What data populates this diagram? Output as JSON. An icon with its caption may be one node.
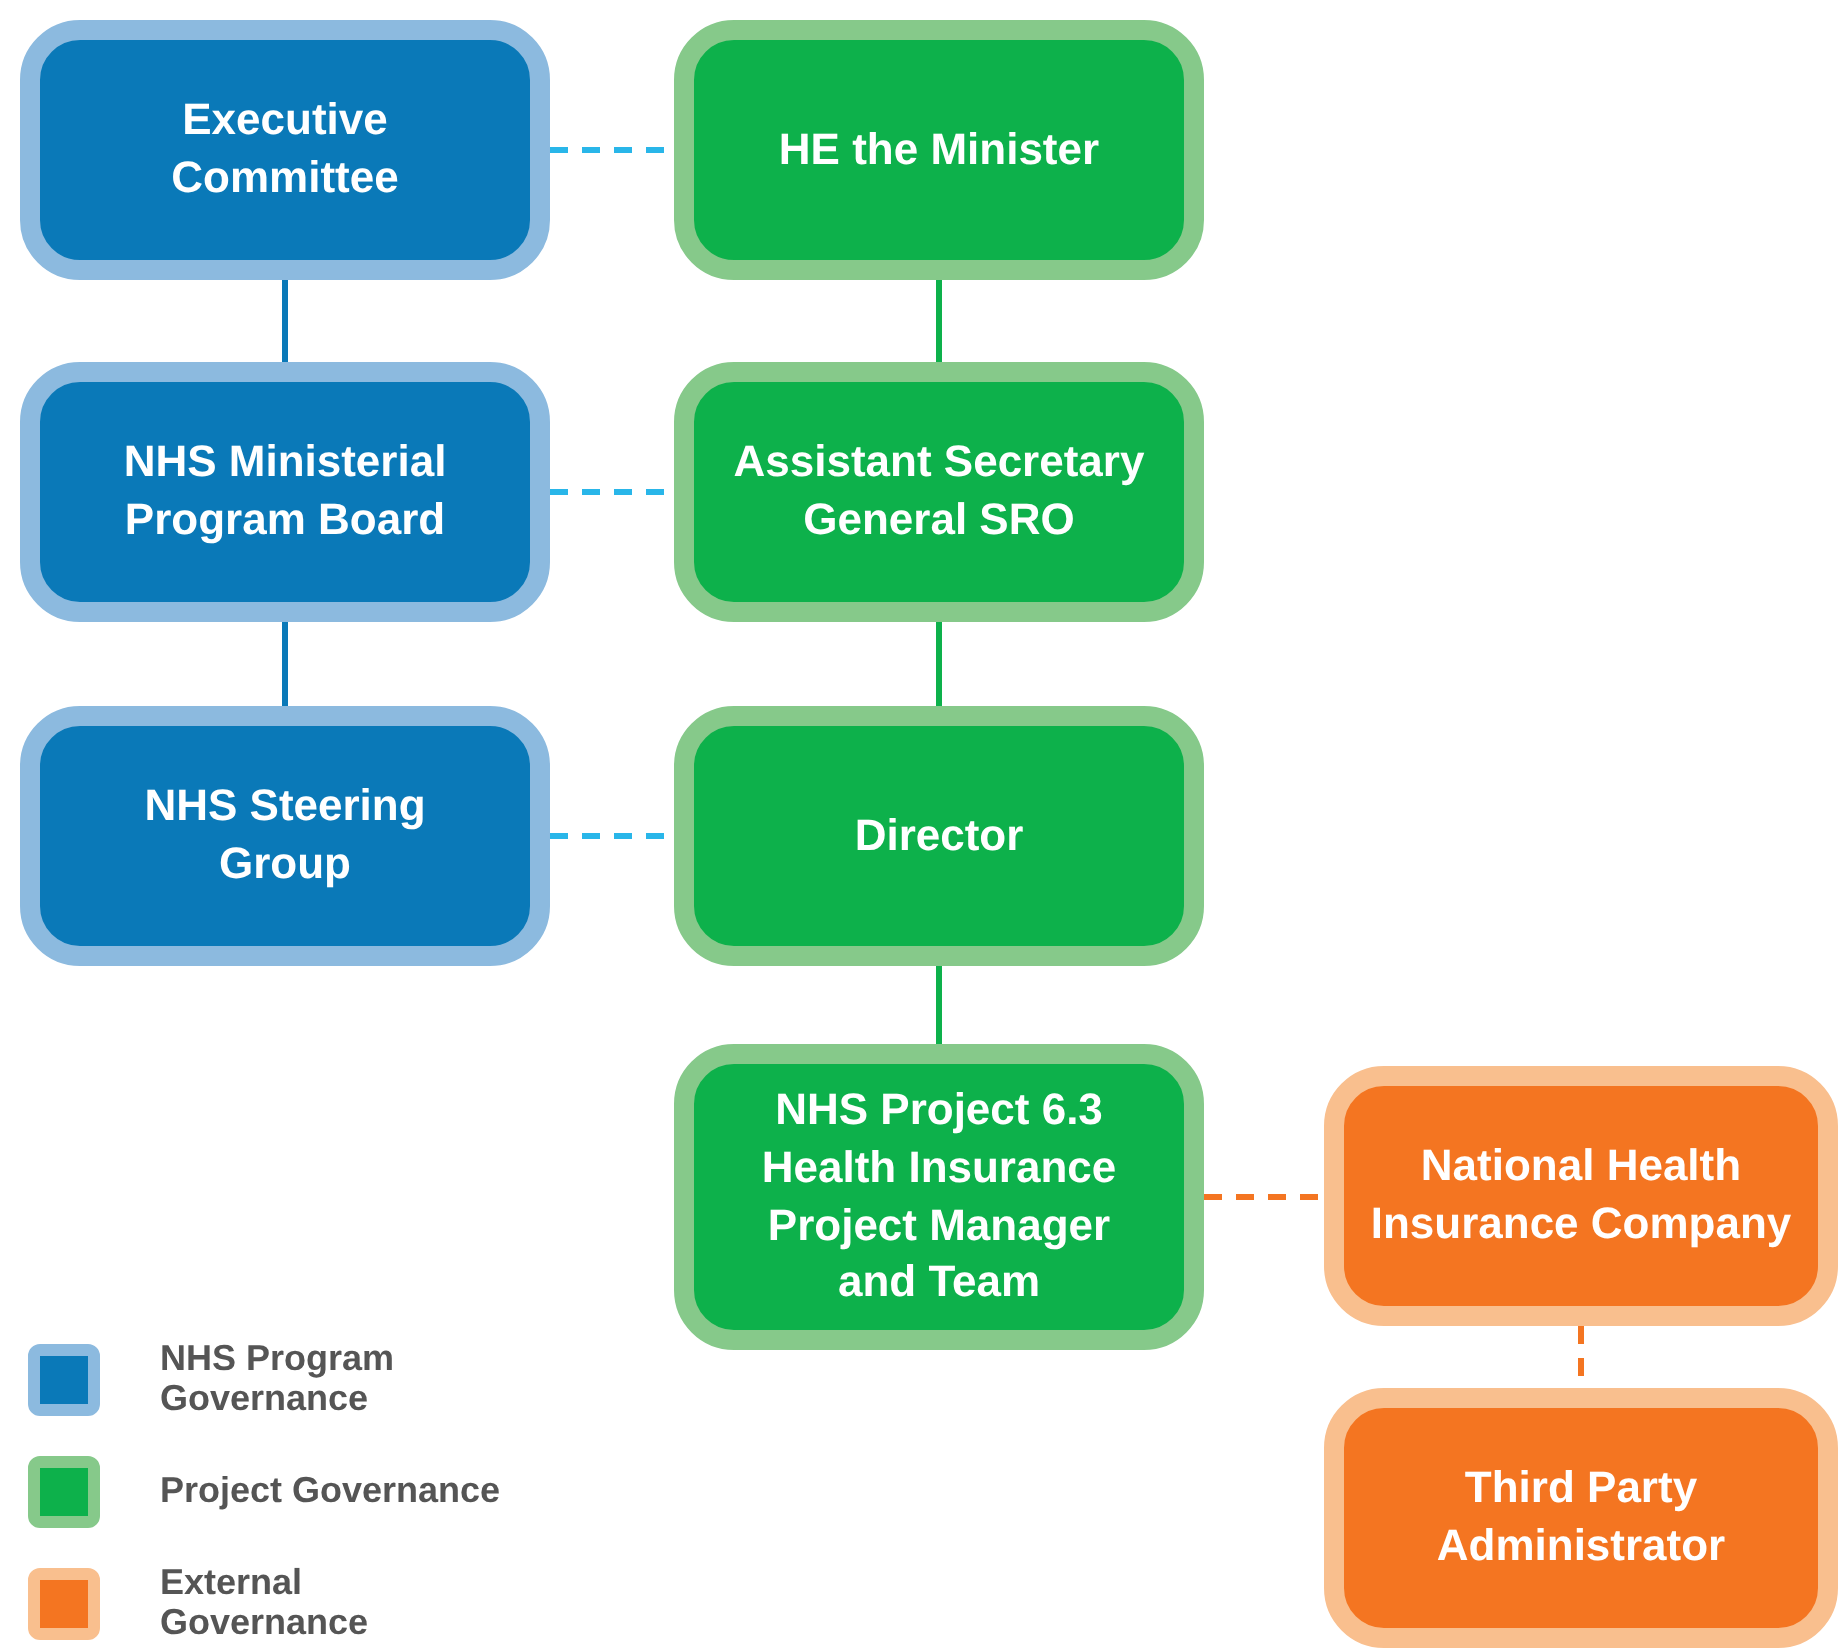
{
  "diagram": {
    "nodes": [
      {
        "text": [
          "Executive Committee"
        ]
      },
      {
        "text": [
          "HE the Minister"
        ]
      },
      {
        "text": [
          "NHS Ministerial Program Board"
        ]
      },
      {
        "text": [
          "Assistant Secretary General SRO"
        ]
      },
      {
        "text": [
          "NHS Steering Group"
        ]
      },
      {
        "text": [
          "Director"
        ]
      },
      {
        "text": [
          "NHS Project 6.3 Health Insurance Project Manager and Team"
        ]
      },
      {
        "text": [
          "National Health Insurance Company"
        ]
      },
      {
        "text": [
          "Third Party Administrator"
        ]
      }
    ],
    "edges": [
      {
        "from": 0,
        "to": 1,
        "arrow": "none",
        "style": "dashed",
        "color": "#29b6e9"
      },
      {
        "from": 0,
        "to": 2,
        "arrow": "none",
        "color": "#0a79b8"
      },
      {
        "from": 1,
        "to": 3,
        "arrow": "none",
        "color": "#0db14b"
      },
      {
        "from": 2,
        "to": 3,
        "arrow": "none",
        "style": "dashed",
        "color": "#29b6e9"
      },
      {
        "from": 2,
        "to": 4,
        "arrow": "none",
        "color": "#0a79b8"
      },
      {
        "from": 3,
        "to": 5,
        "arrow": "none",
        "color": "#0db14b"
      },
      {
        "from": 4,
        "to": 5,
        "arrow": "none",
        "style": "dashed",
        "color": "#29b6e9"
      },
      {
        "from": 5,
        "to": 6,
        "arrow": "none",
        "color": "#0db14b"
      },
      {
        "from": 6,
        "to": 7,
        "arrow": "none",
        "style": "dashed",
        "color": "#f47521"
      },
      {
        "from": 7,
        "to": 8,
        "arrow": "none",
        "style": "dashed",
        "color": "#f47521"
      }
    ],
    "legend": [
      {
        "text": "NHS Program Governance",
        "color": "#0a79b8"
      },
      {
        "text": "Project Governance",
        "color": "#0db14b"
      },
      {
        "text": "External Governance",
        "color": "#f47521"
      }
    ]
  }
}
